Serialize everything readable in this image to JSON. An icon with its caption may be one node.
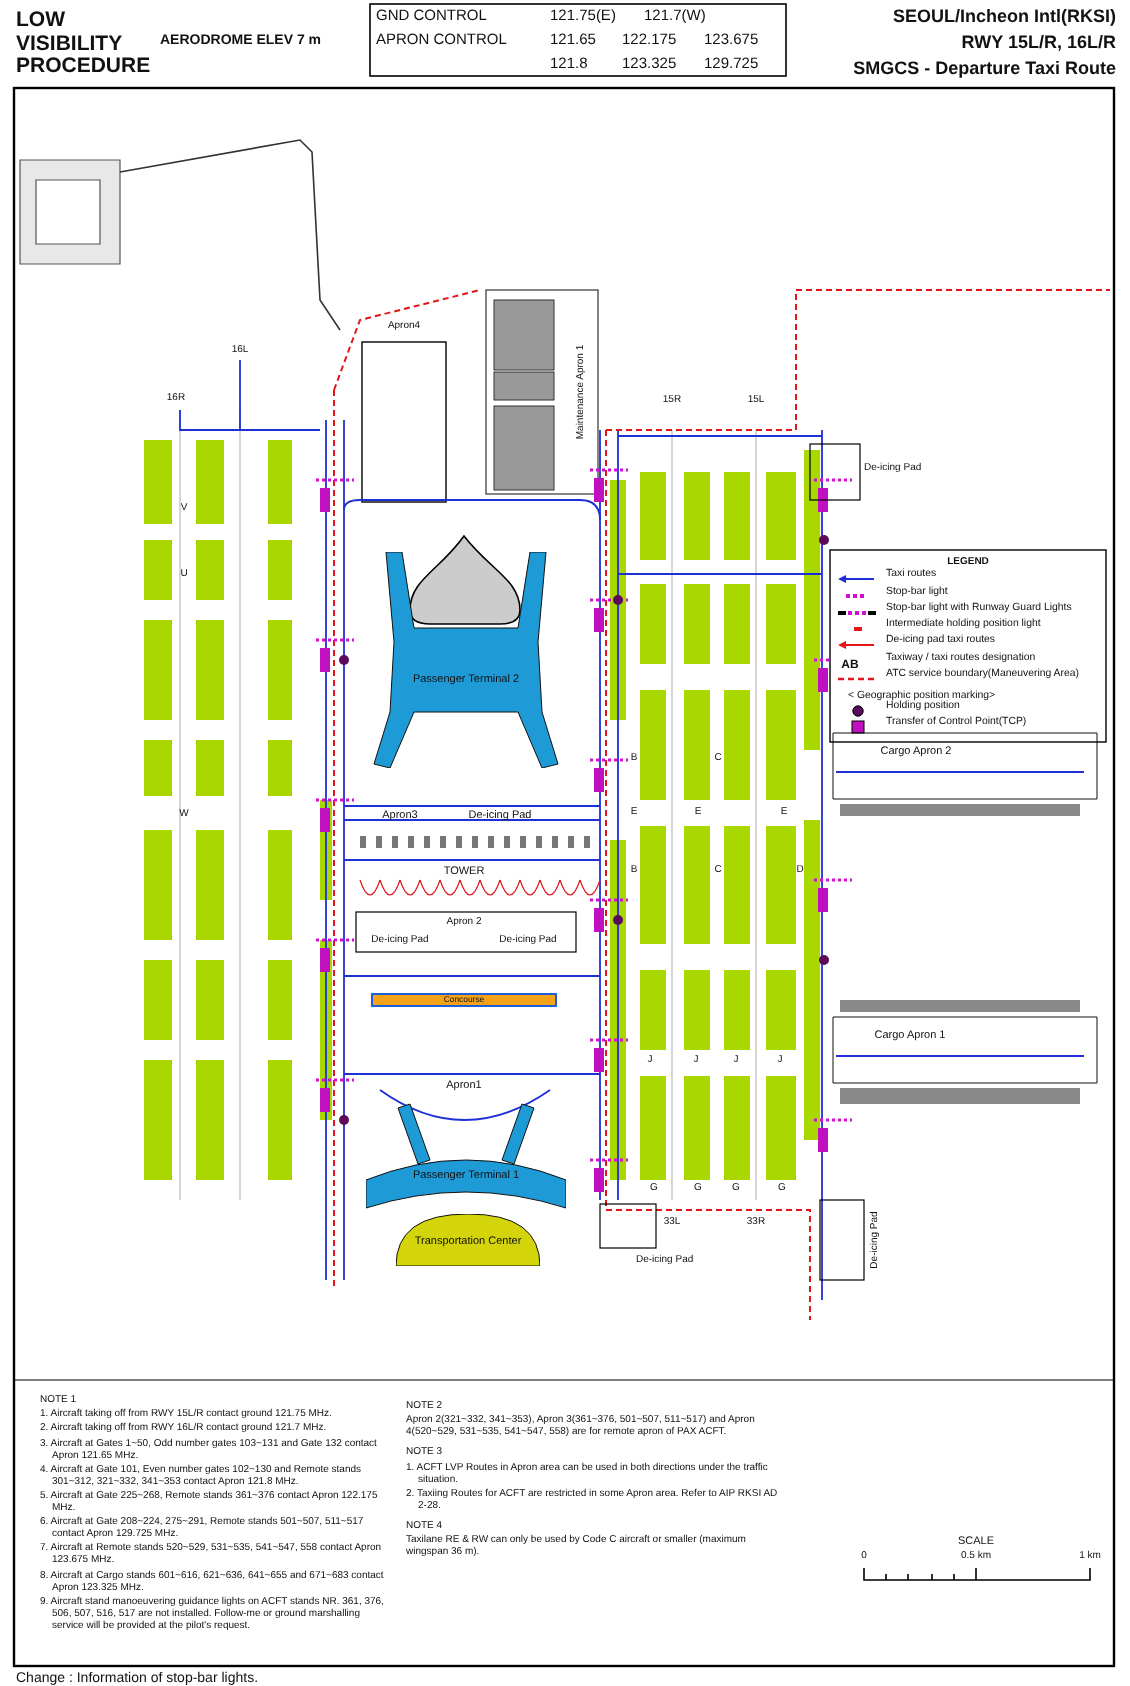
{
  "diagram": {
    "nodes": [
      {
        "text": [
          "Passenger Terminal 2"
        ]
      },
      {
        "text": [
          "Cargo Apron 2"
        ]
      },
      {
        "text": [
          "Cargo Apron 1"
        ]
      },
      {
        "text": [
          "Passenger Terminal 1"
        ]
      },
      {
        "text": [
          "Transportation Center"
        ]
      }
    ],
    "labels": [
      "LOW VISIBILITY PROCEDURE",
      "AERODROME ELEV 7 m",
      "GND CONTROL",
      "121.75(E)",
      "121.7(W)",
      "APRON CONTROL",
      "121.65",
      "122.175",
      "123.675",
      "121.8",
      "123.325",
      "129.725",
      "SEOUL/Incheon Intl(RKSI)",
      "RWY 15L/R, 16L/R",
      "SMGCS - Departure Taxi Route",
      "Apron4",
      "16L",
      "16R",
      "15R",
      "15L",
      "Maintenance Apron 1",
      "De-icing Pad",
      "V",
      "U",
      "LEGEND",
      "AB",
      "< Geographic position marking>",
      "Apron3",
      "De-icing Pad",
      "B",
      "C",
      "W",
      "E",
      "E",
      "E",
      "TOWER",
      "B",
      "C",
      "D",
      "Apron 2",
      "De-icing Pad",
      "De-icing Pad",
      "Concourse",
      "J",
      "J",
      "J",
      "J",
      "Apron1",
      "G",
      "G",
      "G",
      "G",
      "33L",
      "33R",
      "De-icing Pad",
      "De-icing Pad",
      "NOTE 1",
      "1. Aircraft taking off from RWY 15L/R contact ground 121.75 MHz.",
      "2. Aircraft taking off from RWY 16L/R contact ground 121.7 MHz.",
      "3. Aircraft at Gates 1~50, Odd number gates 103~131 and Gate 132 contact Apron 121.65 MHz.",
      "4. Aircraft at Gate 101, Even number gates 102~130 and Remote stands 301~312, 321~332, 341~353 contact Apron 121.8 MHz.",
      "5. Aircraft at Gate 225~268, Remote stands 361~376 contact Apron 122.175 MHz.",
      "6. Aircraft at Gate 208~224, 275~291, Remote stands 501~507, 511~517 contact Apron 129.725 MHz.",
      "7. Aircraft at Remote stands 520~529, 531~535, 541~547, 558 contact Apron 123.675 MHz.",
      "8. Aircraft at Cargo stands 601~616, 621~636, 641~655 and 671~683 contact Apron 123.325 MHz.",
      "9. Aircraft stand manoeuvering guidance lights on ACFT stands NR. 361, 376, 506, 507, 516, 517 are not installed. Follow-me or ground marshalling service will be provided at the pilot's request.",
      "NOTE 2",
      "Apron 2(321~332, 341~353), Apron 3(361~376, 501~507, 511~517) and Apron 4(520~529, 531~535, 541~547, 558) are for remote apron of PAX ACFT.",
      "NOTE 3",
      "1. ACFT LVP Routes in Apron area can be used in both directions under the traffic situation.",
      "2. Taxiing Routes for ACFT are restricted in some Apron area. Refer to AIP RKSI AD 2-28.",
      "NOTE 4",
      "Taxilane RE & RW can only be used by Code C aircraft or smaller (maximum wingspan 36 m).",
      "SCALE",
      "0",
      "0.5 km",
      "1 km",
      "Change : Information of stop-bar lights."
    ],
    "legend": [
      {
        "text": "Taxi routes"
      },
      {
        "text": "Stop-bar light"
      },
      {
        "text": "Stop-bar light with Runway Guard Lights"
      },
      {
        "text": "Intermediate holding position light"
      },
      {
        "text": "De-icing pad taxi routes"
      },
      {
        "text": "Taxiway / taxi routes designation"
      },
      {
        "text": "ATC service boundary(Maneuvering Area)"
      },
      {
        "text": "Holding position"
      },
      {
        "text": "Transfer of Control Point(TCP)"
      }
    ]
  }
}
